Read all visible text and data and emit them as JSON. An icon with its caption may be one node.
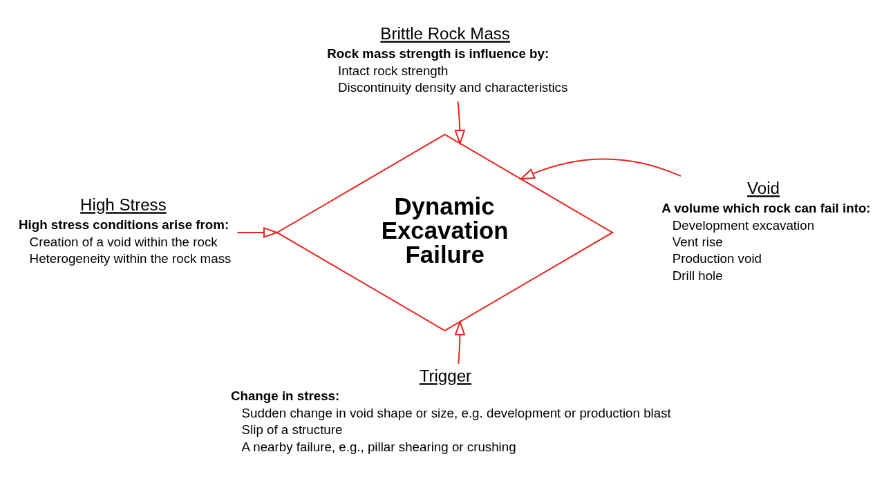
{
  "diagram": {
    "nodes": [
      {
        "text": [
          "Brittle Rock Mass",
          "Rock mass strength is influence by:",
          "Intact rock strength",
          "Discontinuity density and characteristics"
        ]
      },
      {
        "text": [
          "High Stress",
          "High stress conditions arise from:",
          "Creation of a void within the rock",
          "Heterogeneity within the rock mass"
        ]
      },
      {
        "text": [
          "Dynamic Excavation Failure"
        ]
      },
      {
        "text": [
          "Void",
          "A volume which rock can fail into:",
          "Development excavation",
          "Vent rise",
          "Production void",
          "Drill hole"
        ]
      },
      {
        "text": [
          "Trigger",
          "Change in stress:",
          "Sudden change in void shape or size, e.g. development or production blast",
          "Slip of a structure",
          "A nearby failure, e.g., pillar shearing or crushing"
        ]
      }
    ],
    "edges": [
      {
        "from": 0,
        "to": 2,
        "arrow": "to"
      },
      {
        "from": 1,
        "to": 2,
        "arrow": "to"
      },
      {
        "from": 3,
        "to": 2,
        "arrow": "to"
      },
      {
        "from": 4,
        "to": 2,
        "arrow": "to"
      }
    ]
  }
}
